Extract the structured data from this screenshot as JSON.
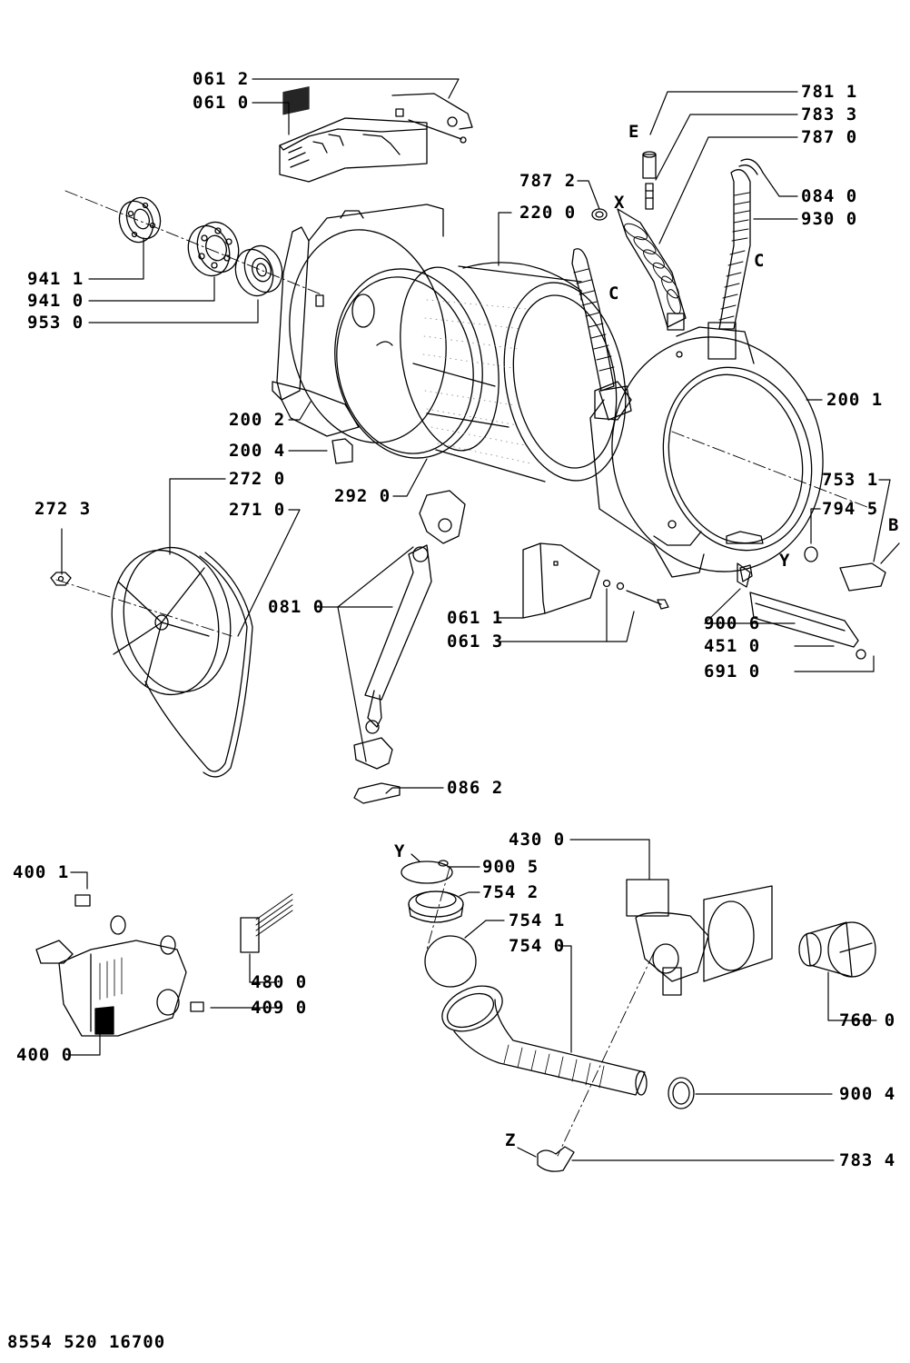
{
  "labels": {
    "p0612": "061 2",
    "p0610": "061 0",
    "p9411": "941 1",
    "p9410": "941 0",
    "p9530": "953 0",
    "p2002": "200 2",
    "p2004": "200 4",
    "p2720": "272 0",
    "p2723": "272 3",
    "p2710": "271 0",
    "p2920": "292 0",
    "p2200": "220 0",
    "p7872": "787 2",
    "p7811": "781 1",
    "p7833": "783 3",
    "p7870": "787 0",
    "p0840": "084 0",
    "p9300": "930 0",
    "p2001": "200 1",
    "p7531": "753 1",
    "p7945": "794 5",
    "p0810": "081 0",
    "p0611": "061 1",
    "p0613": "061 3",
    "p9006": "900 6",
    "p4510": "451 0",
    "p6910": "691 0",
    "p0862": "086 2",
    "p4001": "400 1",
    "p4800": "480 0",
    "p4090": "409 0",
    "p4000": "400 0",
    "p4300": "430 0",
    "p9005": "900 5",
    "p7542": "754 2",
    "p7541": "754 1",
    "p7540": "754 0",
    "p7600": "760 0",
    "p9004": "900 4",
    "p7834": "783 4"
  },
  "markers": {
    "E": "E",
    "X": "X",
    "C1": "C",
    "C2": "C",
    "B": "B",
    "Y1": "Y",
    "Y2": "Y",
    "Z": "Z"
  },
  "footer": "8554 520 16700"
}
